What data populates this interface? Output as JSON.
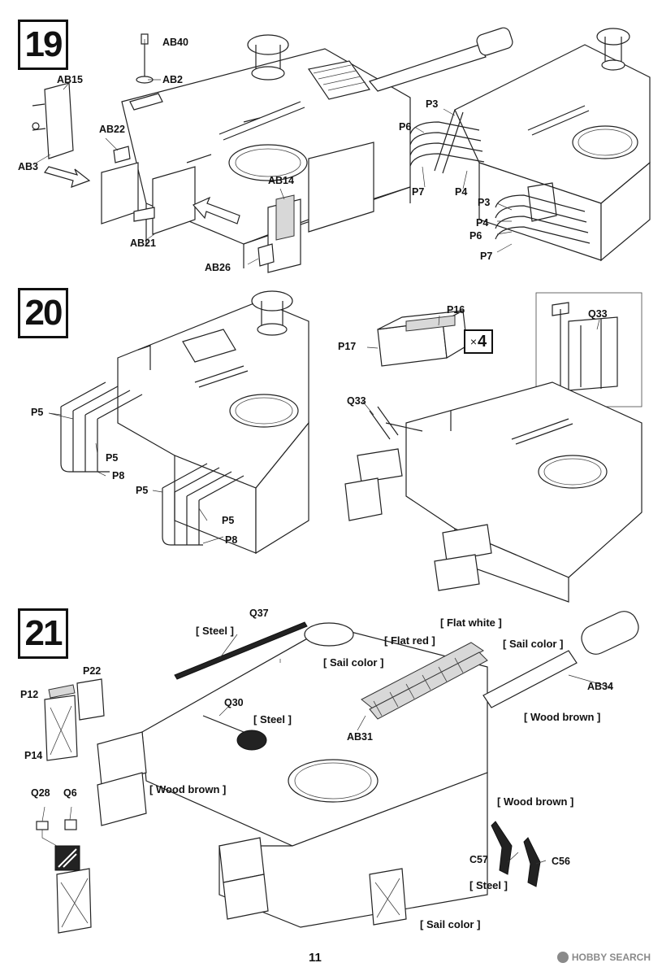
{
  "page": {
    "number": "11"
  },
  "watermark": {
    "text": "HOBBY SEARCH"
  },
  "steps": [
    {
      "number": "19",
      "parts": [
        "AB40",
        "AB2",
        "AB15",
        "AB22",
        "AB3",
        "AB21",
        "AB14",
        "AB26",
        "P3",
        "P6",
        "P7",
        "P4",
        "P3",
        "P4",
        "P6",
        "P7"
      ]
    },
    {
      "number": "20",
      "quantity": "4",
      "parts": [
        "P5",
        "P5",
        "P8",
        "P5",
        "P5",
        "P8",
        "P16",
        "P17",
        "Q33",
        "Q33"
      ]
    },
    {
      "number": "21",
      "parts": [
        "Q37",
        "P22",
        "P12",
        "P14",
        "Q30",
        "AB31",
        "AB34",
        "Q28",
        "Q6",
        "C57",
        "C56"
      ],
      "paints": [
        "[ Steel ]",
        "[ Flat white ]",
        "[ Flat red ]",
        "[ Sail color ]",
        "[ Sail color ]",
        "[ Steel ]",
        "[ Wood brown ]",
        "[ Wood brown ]",
        "[ Wood brown ]",
        "[ Steel ]",
        "[ Sail color ]"
      ]
    }
  ]
}
